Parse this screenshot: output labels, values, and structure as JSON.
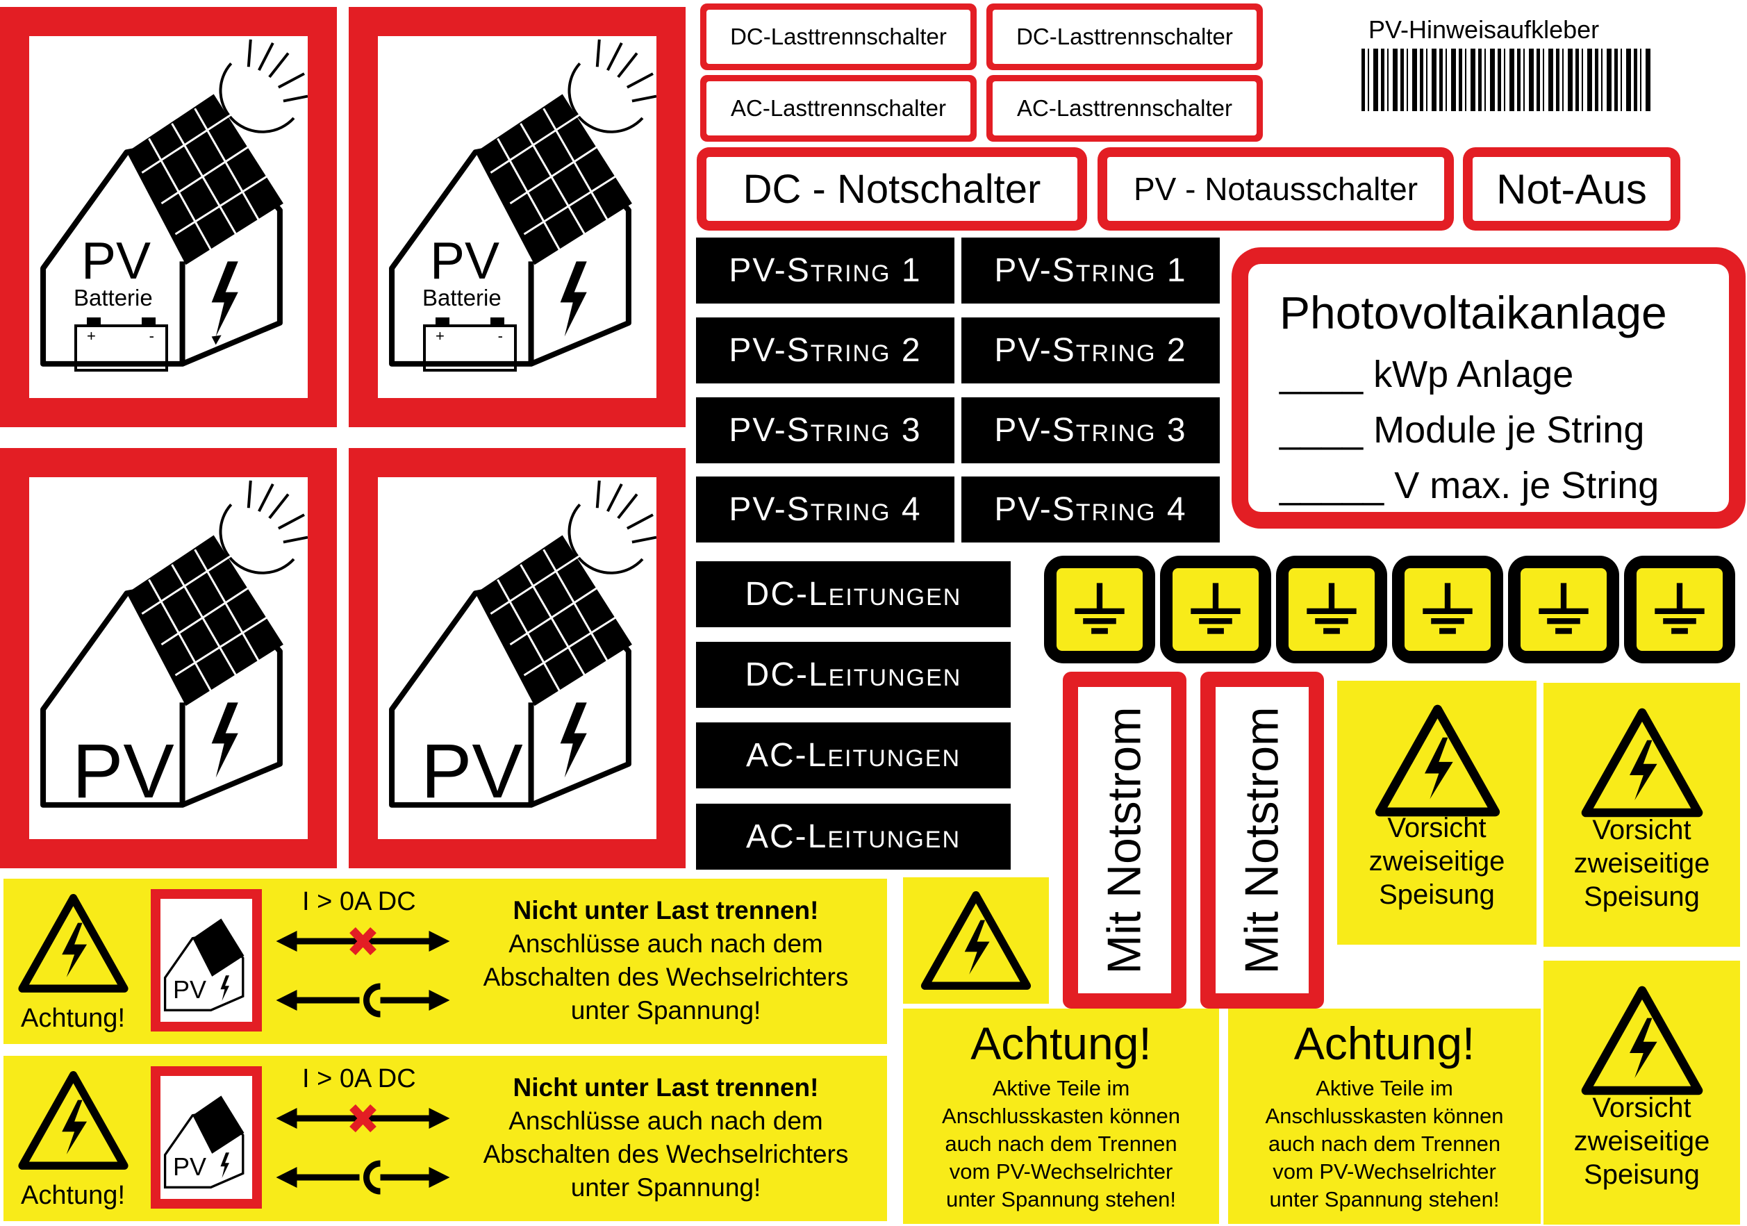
{
  "colors": {
    "red": "#e31e24",
    "yellow": "#f8eb19",
    "black": "#000000",
    "white": "#ffffff"
  },
  "pv_signs": [
    {
      "title": "PV",
      "subtitle": "Batterie",
      "icons": [
        "sun-icon",
        "house-solar-icon",
        "battery-icon",
        "lightning-icon"
      ]
    },
    {
      "title": "PV",
      "subtitle": "Batterie",
      "icons": [
        "sun-icon",
        "house-solar-icon",
        "battery-icon",
        "lightning-icon"
      ]
    },
    {
      "title": "PV",
      "icons": [
        "sun-icon",
        "house-solar-icon",
        "lightning-icon"
      ]
    },
    {
      "title": "PV",
      "icons": [
        "sun-icon",
        "house-solar-icon",
        "lightning-icon"
      ]
    }
  ],
  "battery_polarity": {
    "plus": "+",
    "minus": "-"
  },
  "switch_labels": {
    "dc": "DC-Lasttrennschalter",
    "ac": "AC-Lasttrennschalter"
  },
  "emergency": {
    "dc_notschalter": "DC - Notschalter",
    "pv_notausschalter": "PV - Notausschalter",
    "not_aus": "Not-Aus"
  },
  "header": {
    "title": "PV-Hinweisaufkleber",
    "barcode_icon": "barcode-icon"
  },
  "strings": [
    "PV-String 1",
    "PV-String 2",
    "PV-String 3",
    "PV-String 4"
  ],
  "leitungen": [
    "DC-Leitungen",
    "DC-Leitungen",
    "AC-Leitungen",
    "AC-Leitungen"
  ],
  "photovoltaik": {
    "title": "Photovoltaikanlage",
    "lines": [
      {
        "blank": "____",
        "label": "kWp Anlage"
      },
      {
        "blank": "____",
        "label": "Module je String"
      },
      {
        "blank": "_____",
        "label": "V max. je String"
      }
    ]
  },
  "ground_icons": [
    "ground-icon",
    "ground-icon",
    "ground-icon",
    "ground-icon",
    "ground-icon",
    "ground-icon"
  ],
  "notstrom": "Mit Notstrom",
  "vorsicht": {
    "lines": [
      "Vorsicht",
      "zweiseitige",
      "Speisung"
    ]
  },
  "warning_strip": {
    "achtung": "Achtung!",
    "pv": "PV",
    "current": "I > 0A DC",
    "line1": "Nicht unter Last trennen!",
    "line2": "Anschlüsse auch nach dem",
    "line3": "Abschalten des Wechselrichters",
    "line4": "unter Spannung!"
  },
  "achtung_box": {
    "title": "Achtung!",
    "lines": [
      "Aktive Teile im",
      "Anschlusskasten können",
      "auch nach dem Trennen",
      "vom PV-Wechselrichter",
      "unter Spannung stehen!"
    ]
  }
}
